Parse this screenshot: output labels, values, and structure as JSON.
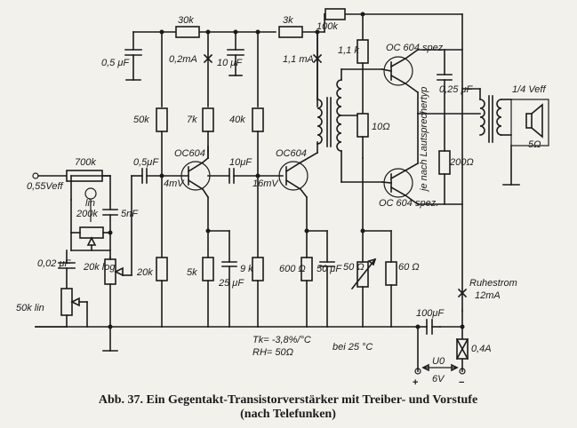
{
  "caption": {
    "line1": "Abb. 37. Ein Gegentakt-Transistorverstärker mit Treiber- und Vorstufe",
    "line2": "(nach Telefunken)"
  },
  "labels": {
    "r_30k": "30k",
    "r_3k": "3k",
    "r_100k": "100k",
    "c_05uF_top": "0,5 μF",
    "i_02mA": "0,2mA",
    "c_10uF_top": "10 μF",
    "i_11mA": "1,1 mA",
    "r_11k": "1,1 k",
    "q_oc604_spez_top": "OC 604 spez.",
    "speaker_type": "je nach Lautsprechertyp",
    "c_025uF": "0,25 μF",
    "v_14veff": "1/4 Veff",
    "r_50": "50k",
    "r_7k": "7k",
    "r_40k": "40k",
    "r_10ohm": "10Ω",
    "r_5ohm": "5Ω",
    "r_200ohm": "200Ω",
    "in_700k": "700k",
    "in_055veff": "0,55Veff",
    "c_05uF_in": "0,5μF",
    "q_oc604_1": "OC604",
    "v_4mv": "4mV",
    "c_10uF_mid": "10μF",
    "q_oc604_2": "OC604",
    "v_16mv": "16mV",
    "t_lin": "lin",
    "p_200k": "200k",
    "c_5nF": "5nF",
    "q_oc604_spez_bot": "OC 604 spez.",
    "c_002uF": "0,02 μF",
    "p_20k_log": "20k log",
    "r_20k": "20k",
    "r_5k": "5k",
    "c_25uF": "25 μF",
    "r_9k": "9 k",
    "r_600ohm": "600 Ω",
    "c_50uF": "50 μF",
    "p_50ohm": "50 Ω",
    "r_60ohm": "60 Ω",
    "p_50k_lin": "50k lin",
    "ruhestrom": "Ruhestrom",
    "i_12mA": "12mA",
    "c_100uF": "100μF",
    "fuse_04A": "0,4A",
    "tk": "Tk= -3,8%/°C",
    "rh": "RH= 50Ω",
    "bei25": "bei 25 °C",
    "u0": "U0",
    "v_6v": "6V",
    "plus": "+",
    "minus": "−"
  }
}
